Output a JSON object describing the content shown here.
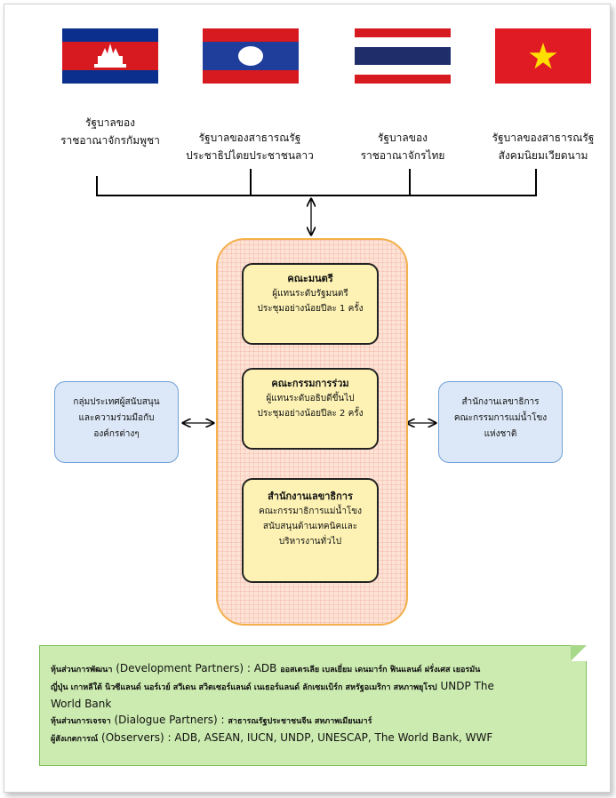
{
  "governments": [
    {
      "label_line1": "รัฐบาลของ",
      "label_line2": "ราชอาณาจักรกัมพูชา",
      "flag_icon": "cambodia-flag-icon"
    },
    {
      "label_line1": "รัฐบาลของสาธารณรัฐ",
      "label_line2": "ประชาธิปไตยประชาชนลาว",
      "flag_icon": "laos-flag-icon"
    },
    {
      "label_line1": "รัฐบาลของ",
      "label_line2": "ราชอาณาจักรไทย",
      "flag_icon": "thailand-flag-icon"
    },
    {
      "label_line1": "รัฐบาลของสาธารณรัฐ",
      "label_line2": "สังคมนิยมเวียดนาม",
      "flag_icon": "vietnam-flag-icon"
    }
  ],
  "council": {
    "title": "คณะมนตรี",
    "line1": "ผู้แทนระดับรัฐมนตรี",
    "line2": "ประชุมอย่างน้อยปีละ 1 ครั้ง"
  },
  "joint_committee": {
    "title": "คณะกรรมการร่วม",
    "line1": "ผู้แทนระดับอธิบดีขึ้นไป",
    "line2": "ประชุมอย่างน้อยปีละ 2 ครั้ง"
  },
  "secretariat": {
    "title": "สำนักงานเลขาธิการ",
    "line1": "คณะกรรมาธิการแม่น้ำโขง",
    "line2": "สนับสนุนด้านเทคนิคและ",
    "line3": "บริหารงานทั่วไป"
  },
  "left_box": {
    "line1": "กลุ่มประเทศผู้สนับสนุน",
    "line2": "และความร่วมมือกับ",
    "line3": "องค์กรต่างๆ"
  },
  "right_box": {
    "line1": "สำนักงานเลขาธิการ",
    "line2": "คณะกรรมการแม่น้ำโขง",
    "line3": "แห่งชาติ"
  },
  "partners": {
    "dev_thai": "หุ้นส่วนการพัฒนา",
    "dev_label": "(Development Partners) : ADB",
    "dev_list_thai": "ออสเตรเลีย เบลเยี่ยม เดนมาร์ก ฟินแลนด์ ฝรั่งเศส เยอรมัน",
    "dev_list2_thai": "ญี่ปุ่น เกาหลีใต้ นิวซีแลนด์ นอร์เวย์ สวีเดน สวิตเซอร์แลนด์ เนเธอร์แลนด์ ลักเซมเบิร์ก สหรัฐอเมริกา สหภาพยุโรป",
    "dev_list2_tail": "UNDP The",
    "dev_line3": "World Bank",
    "dialogue_thai": "หุ้นส่วนการเจรจา",
    "dialogue_label": "(Dialogue Partners) :",
    "dialogue_list_thai": "สาธารณรัฐประชาชนจีน สหภาพเมียนมาร์",
    "observers_thai": "ผู้สังเกตการณ์",
    "observers_label": "(Observers) : ADB, ASEAN, IUCN, UNDP, UNESCAP, The World Bank, WWF"
  },
  "colors": {
    "outer_box_border": "#f3b04b",
    "outer_box_fill": "#fde3d6",
    "inner_box_fill": "#fdf2b4",
    "side_box_fill": "#dce8f7",
    "side_box_border": "#6f9fd8",
    "partners_fill": "#ccebb0",
    "partners_border": "#7cbf5a"
  }
}
